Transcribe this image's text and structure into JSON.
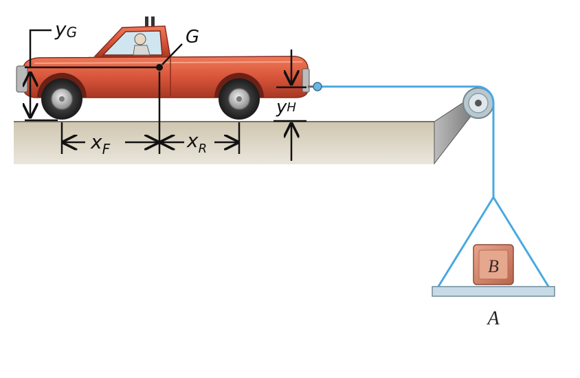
{
  "labels": {
    "yG": "y",
    "yG_sub": "G",
    "G": "G",
    "xF": "x",
    "xF_sub": "F",
    "xR": "x",
    "xR_sub": "R",
    "yH": "y",
    "yH_sub": "H",
    "block": "B",
    "platform": "A"
  },
  "colors": {
    "truck_body": "#d9553a",
    "truck_dark": "#b63a26",
    "ground": "#d6cdb9",
    "rope": "#4aa8e0",
    "pulley": "#b9c7cf",
    "block": "#d98b72",
    "platform": "#c7dbe6"
  }
}
